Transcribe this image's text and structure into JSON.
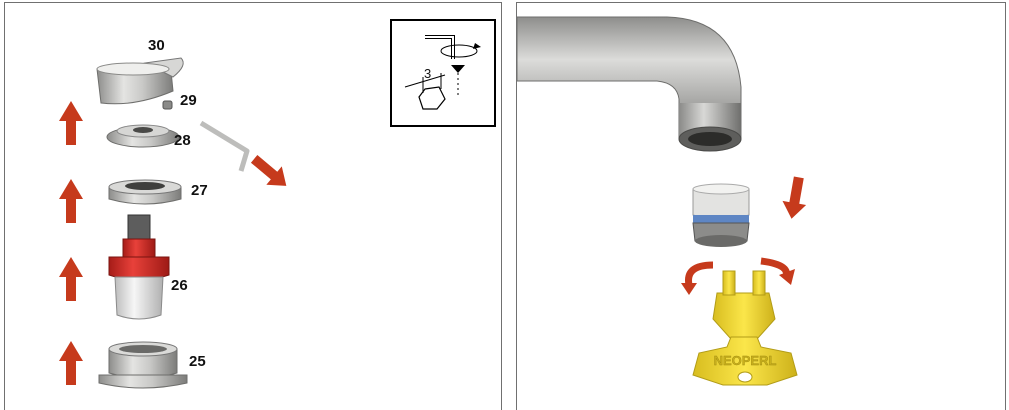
{
  "left_panel": {
    "callouts": {
      "p30": "30",
      "p29": "29",
      "p28": "28",
      "p27": "27",
      "p26": "26",
      "p25": "25"
    },
    "inset": {
      "dimension": "3"
    }
  },
  "right_panel": {
    "key_brand": "NEOPERL"
  },
  "colors": {
    "arrow_red": "#c63a1c",
    "frame": "#707070",
    "metal": "#b8b8b6",
    "cartridge_red": "#d9302a",
    "key_yellow": "#f3dc3a"
  }
}
